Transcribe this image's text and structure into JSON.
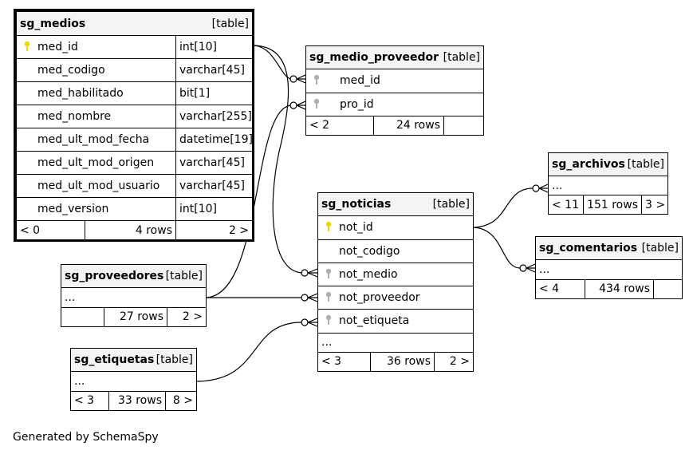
{
  "footer": "Generated by SchemaSpy",
  "tables": {
    "sg_medios": {
      "name": "sg_medios",
      "type": "[table]",
      "columns": [
        {
          "name": "med_id",
          "type": "int[10]",
          "key": "primary"
        },
        {
          "name": "med_codigo",
          "type": "varchar[45]",
          "key": ""
        },
        {
          "name": "med_habilitado",
          "type": "bit[1]",
          "key": ""
        },
        {
          "name": "med_nombre",
          "type": "varchar[255]",
          "key": ""
        },
        {
          "name": "med_ult_mod_fecha",
          "type": "datetime[19]",
          "key": ""
        },
        {
          "name": "med_ult_mod_origen",
          "type": "varchar[45]",
          "key": ""
        },
        {
          "name": "med_ult_mod_usuario",
          "type": "varchar[45]",
          "key": ""
        },
        {
          "name": "med_version",
          "type": "int[10]",
          "key": ""
        }
      ],
      "footer": {
        "left": "< 0",
        "rows": "4 rows",
        "right": "2 >"
      }
    },
    "sg_medio_proveedor": {
      "name": "sg_medio_proveedor",
      "type": "[table]",
      "columns": [
        {
          "name": "med_id",
          "key": "foreign"
        },
        {
          "name": "pro_id",
          "key": "foreign"
        }
      ],
      "footer": {
        "left": "< 2",
        "rows": "24 rows",
        "right": ""
      }
    },
    "sg_archivos": {
      "name": "sg_archivos",
      "type": "[table]",
      "ellipsis": "...",
      "footer": {
        "left": "< 11",
        "rows": "151 rows",
        "right": "3 >"
      }
    },
    "sg_comentarios": {
      "name": "sg_comentarios",
      "type": "[table]",
      "ellipsis": "...",
      "footer": {
        "left": "< 4",
        "rows": "434 rows",
        "right": ""
      }
    },
    "sg_noticias": {
      "name": "sg_noticias",
      "type": "[table]",
      "columns": [
        {
          "name": "not_id",
          "key": "primary"
        },
        {
          "name": "not_codigo",
          "key": ""
        },
        {
          "name": "not_medio",
          "key": "foreign"
        },
        {
          "name": "not_proveedor",
          "key": "foreign"
        },
        {
          "name": "not_etiqueta",
          "key": "foreign"
        }
      ],
      "ellipsis": "...",
      "footer": {
        "left": "< 3",
        "rows": "36 rows",
        "right": "2 >"
      }
    },
    "sg_proveedores": {
      "name": "sg_proveedores",
      "type": "[table]",
      "ellipsis": "...",
      "footer": {
        "left": "",
        "rows": "27 rows",
        "right": "2 >"
      }
    },
    "sg_etiquetas": {
      "name": "sg_etiquetas",
      "type": "[table]",
      "ellipsis": "...",
      "footer": {
        "left": "< 3",
        "rows": "33 rows",
        "right": "8 >"
      }
    }
  },
  "colors": {
    "primary_key": "#e8d800",
    "foreign_key": "#b0b0b0",
    "header_bg": "#f4f4f4"
  }
}
